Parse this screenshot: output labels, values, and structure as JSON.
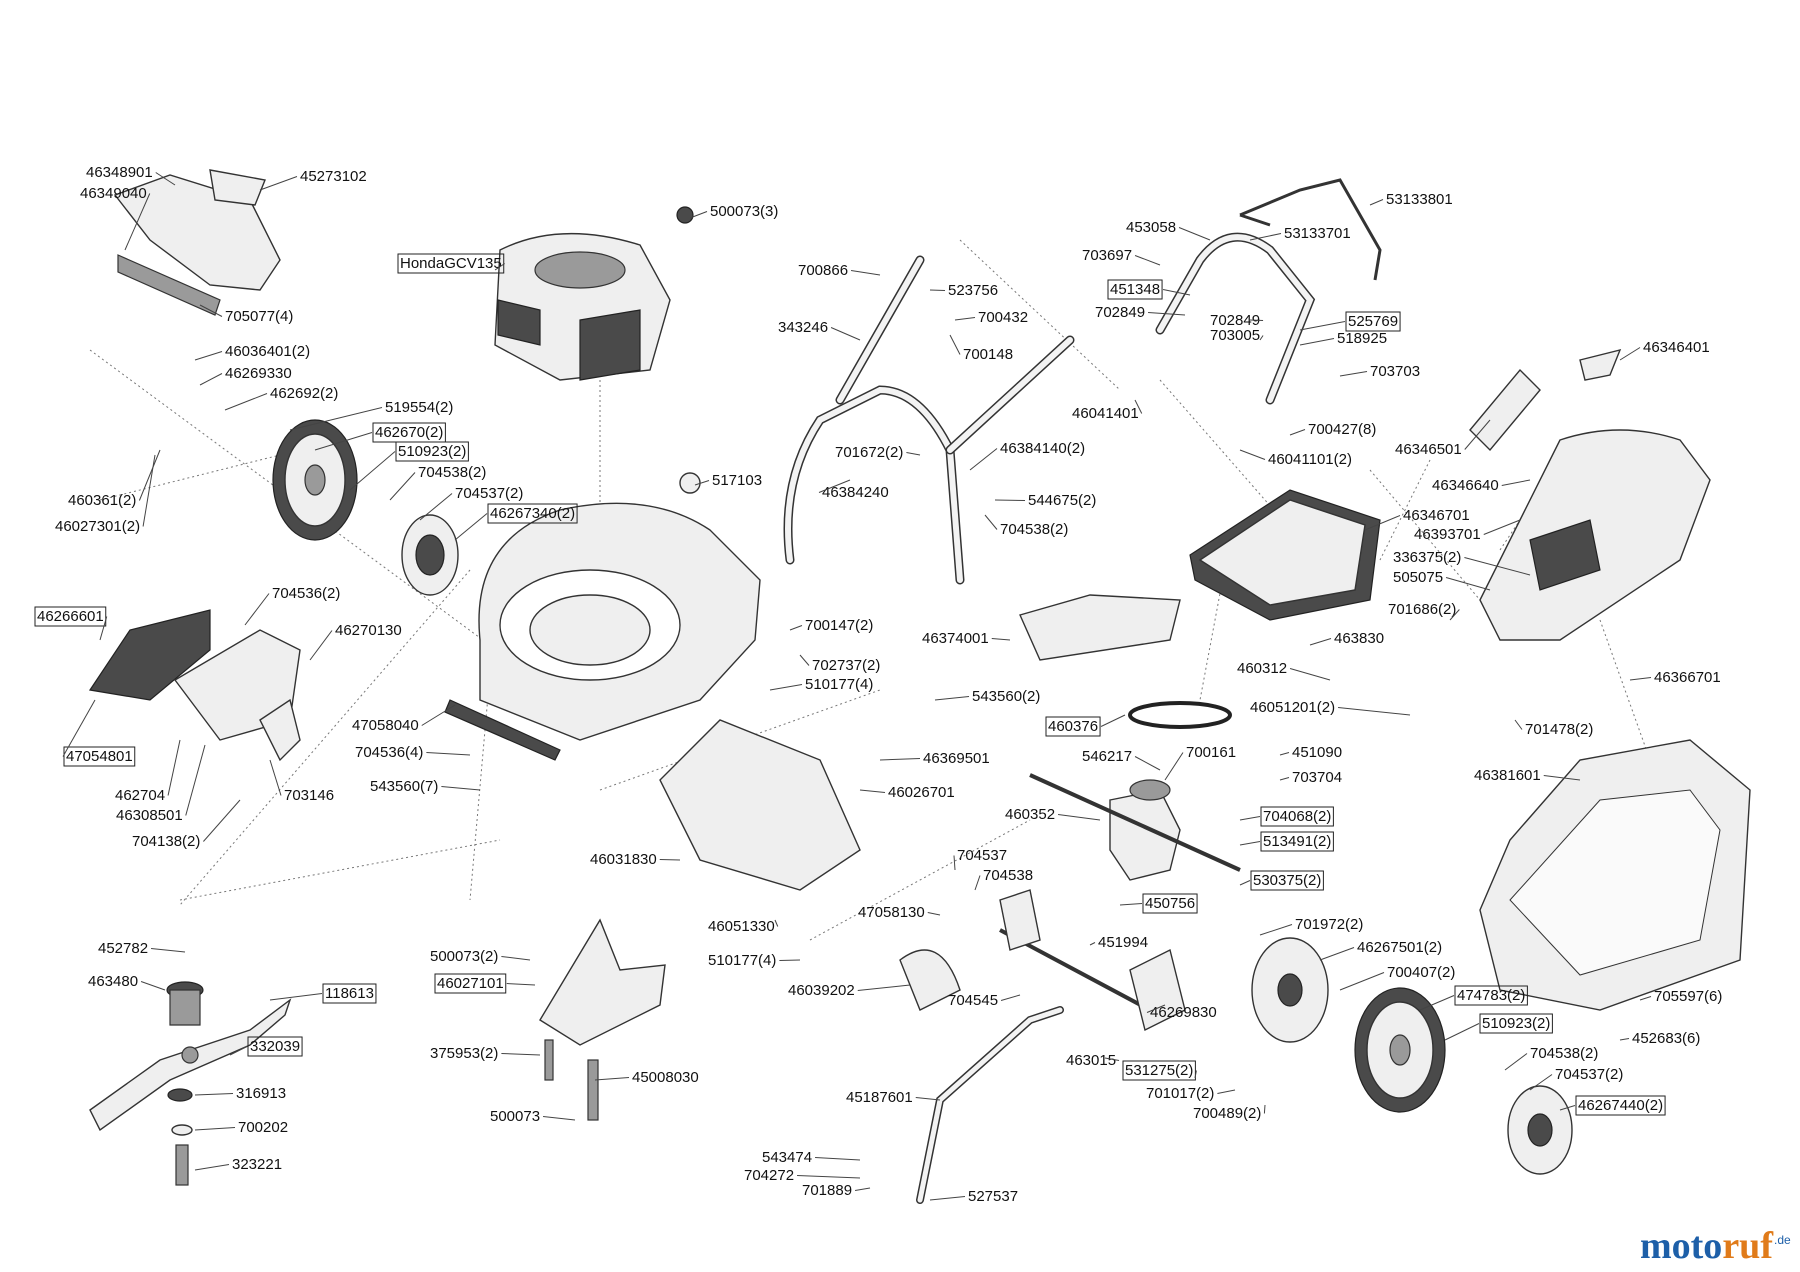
{
  "watermark": {
    "part1": "moto",
    "part2": "ruf",
    "suffix": ".de",
    "color1": "#1d5fa8",
    "color2": "#e07b1a"
  },
  "labels": [
    {
      "id": "l01",
      "text": "46348901",
      "boxed": false
    },
    {
      "id": "l02",
      "text": "45273102",
      "boxed": false
    },
    {
      "id": "l03",
      "text": "46349040",
      "boxed": false
    },
    {
      "id": "l04",
      "text": "705077(4)",
      "boxed": false
    },
    {
      "id": "l05",
      "text": "46036401(2)",
      "boxed": false
    },
    {
      "id": "l06",
      "text": "46269330",
      "boxed": false
    },
    {
      "id": "l07",
      "text": "462692(2)",
      "boxed": false
    },
    {
      "id": "l08",
      "text": "519554(2)",
      "boxed": false
    },
    {
      "id": "l09",
      "text": "462670(2)",
      "boxed": true
    },
    {
      "id": "l10",
      "text": "510923(2)",
      "boxed": true
    },
    {
      "id": "l11",
      "text": "704538(2)",
      "boxed": false
    },
    {
      "id": "l12",
      "text": "704537(2)",
      "boxed": false
    },
    {
      "id": "l13",
      "text": "46267340(2)",
      "boxed": true
    },
    {
      "id": "l14",
      "text": "460361(2)",
      "boxed": false
    },
    {
      "id": "l15",
      "text": "46027301(2)",
      "boxed": false
    },
    {
      "id": "l16",
      "text": "HondaGCV135",
      "boxed": true
    },
    {
      "id": "l17",
      "text": "500073(3)",
      "boxed": false
    },
    {
      "id": "l18",
      "text": "517103",
      "boxed": false
    },
    {
      "id": "l19",
      "text": "704536(2)",
      "boxed": false
    },
    {
      "id": "l20",
      "text": "46266601",
      "boxed": true
    },
    {
      "id": "l21",
      "text": "46270130",
      "boxed": false
    },
    {
      "id": "l22",
      "text": "47058040",
      "boxed": false
    },
    {
      "id": "l23",
      "text": "47054801",
      "boxed": true
    },
    {
      "id": "l24",
      "text": "704536(4)",
      "boxed": false
    },
    {
      "id": "l25",
      "text": "543560(7)",
      "boxed": false
    },
    {
      "id": "l26",
      "text": "462704",
      "boxed": false
    },
    {
      "id": "l27",
      "text": "703146",
      "boxed": false
    },
    {
      "id": "l28",
      "text": "46308501",
      "boxed": false
    },
    {
      "id": "l29",
      "text": "704138(2)",
      "boxed": false
    },
    {
      "id": "l30",
      "text": "700866",
      "boxed": false
    },
    {
      "id": "l31",
      "text": "523756",
      "boxed": false
    },
    {
      "id": "l32",
      "text": "700432",
      "boxed": false
    },
    {
      "id": "l33",
      "text": "343246",
      "boxed": false
    },
    {
      "id": "l34",
      "text": "700148",
      "boxed": false
    },
    {
      "id": "l35",
      "text": "701672(2)",
      "boxed": false
    },
    {
      "id": "l36",
      "text": "46384140(2)",
      "boxed": false
    },
    {
      "id": "l37",
      "text": "46384240",
      "boxed": false
    },
    {
      "id": "l38",
      "text": "544675(2)",
      "boxed": false
    },
    {
      "id": "l39",
      "text": "704538(2)",
      "boxed": false
    },
    {
      "id": "l40",
      "text": "700147(2)",
      "boxed": false
    },
    {
      "id": "l41",
      "text": "702737(2)",
      "boxed": false
    },
    {
      "id": "l42",
      "text": "510177(4)",
      "boxed": false
    },
    {
      "id": "l43",
      "text": "543560(2)",
      "boxed": false
    },
    {
      "id": "l44",
      "text": "46369501",
      "boxed": false
    },
    {
      "id": "l45",
      "text": "46374001",
      "boxed": false
    },
    {
      "id": "l46",
      "text": "46026701",
      "boxed": false
    },
    {
      "id": "l47",
      "text": "46031830",
      "boxed": false
    },
    {
      "id": "l48",
      "text": "46051330",
      "boxed": false
    },
    {
      "id": "l49",
      "text": "47058130",
      "boxed": false
    },
    {
      "id": "l50",
      "text": "510177(4)",
      "boxed": false
    },
    {
      "id": "l51",
      "text": "46039202",
      "boxed": false
    },
    {
      "id": "l52",
      "text": "704537",
      "boxed": false
    },
    {
      "id": "l53",
      "text": "704538",
      "boxed": false
    },
    {
      "id": "l54",
      "text": "704545",
      "boxed": false
    },
    {
      "id": "l55",
      "text": "453058",
      "boxed": false
    },
    {
      "id": "l56",
      "text": "53133801",
      "boxed": false
    },
    {
      "id": "l57",
      "text": "53133701",
      "boxed": false
    },
    {
      "id": "l58",
      "text": "703697",
      "boxed": false
    },
    {
      "id": "l59",
      "text": "451348",
      "boxed": true
    },
    {
      "id": "l60",
      "text": "702849",
      "boxed": false
    },
    {
      "id": "l61",
      "text": "702849",
      "boxed": false
    },
    {
      "id": "l62",
      "text": "525769",
      "boxed": true
    },
    {
      "id": "l63",
      "text": "703005",
      "boxed": false
    },
    {
      "id": "l64",
      "text": "518925",
      "boxed": false
    },
    {
      "id": "l65",
      "text": "703703",
      "boxed": false
    },
    {
      "id": "l66",
      "text": "46041401",
      "boxed": false
    },
    {
      "id": "l67",
      "text": "700427(8)",
      "boxed": false
    },
    {
      "id": "l68",
      "text": "46041101(2)",
      "boxed": false
    },
    {
      "id": "l69",
      "text": "46346701",
      "boxed": false
    },
    {
      "id": "l70",
      "text": "46346401",
      "boxed": false
    },
    {
      "id": "l71",
      "text": "46346501",
      "boxed": false
    },
    {
      "id": "l72",
      "text": "46346640",
      "boxed": false
    },
    {
      "id": "l73",
      "text": "46393701",
      "boxed": false
    },
    {
      "id": "l74",
      "text": "336375(2)",
      "boxed": false
    },
    {
      "id": "l75",
      "text": "505075",
      "boxed": false
    },
    {
      "id": "l76",
      "text": "701686(2)",
      "boxed": false
    },
    {
      "id": "l77",
      "text": "463830",
      "boxed": false
    },
    {
      "id": "l78",
      "text": "460312",
      "boxed": false
    },
    {
      "id": "l79",
      "text": "46051201(2)",
      "boxed": false
    },
    {
      "id": "l80",
      "text": "46366701",
      "boxed": false
    },
    {
      "id": "l81",
      "text": "701478(2)",
      "boxed": false
    },
    {
      "id": "l82",
      "text": "460376",
      "boxed": true
    },
    {
      "id": "l83",
      "text": "546217",
      "boxed": false
    },
    {
      "id": "l84",
      "text": "700161",
      "boxed": false
    },
    {
      "id": "l85",
      "text": "451090",
      "boxed": false
    },
    {
      "id": "l86",
      "text": "703704",
      "boxed": false
    },
    {
      "id": "l87",
      "text": "460352",
      "boxed": false
    },
    {
      "id": "l88",
      "text": "704068(2)",
      "boxed": true
    },
    {
      "id": "l89",
      "text": "513491(2)",
      "boxed": true
    },
    {
      "id": "l90",
      "text": "530375(2)",
      "boxed": true
    },
    {
      "id": "l91",
      "text": "450756",
      "boxed": true
    },
    {
      "id": "l92",
      "text": "451994",
      "boxed": false
    },
    {
      "id": "l93",
      "text": "46381601",
      "boxed": false
    },
    {
      "id": "l94",
      "text": "701972(2)",
      "boxed": false
    },
    {
      "id": "l95",
      "text": "46267501(2)",
      "boxed": false
    },
    {
      "id": "l96",
      "text": "700407(2)",
      "boxed": false
    },
    {
      "id": "l97",
      "text": "474783(2)",
      "boxed": true
    },
    {
      "id": "l98",
      "text": "46269830",
      "boxed": false
    },
    {
      "id": "l99",
      "text": "510923(2)",
      "boxed": true
    },
    {
      "id": "l100",
      "text": "704538(2)",
      "boxed": false
    },
    {
      "id": "l101",
      "text": "704537(2)",
      "boxed": false
    },
    {
      "id": "l102",
      "text": "46267440(2)",
      "boxed": true
    },
    {
      "id": "l103",
      "text": "705597(6)",
      "boxed": false
    },
    {
      "id": "l104",
      "text": "452683(6)",
      "boxed": false
    },
    {
      "id": "l105",
      "text": "463015",
      "boxed": false
    },
    {
      "id": "l106",
      "text": "531275(2)",
      "boxed": true
    },
    {
      "id": "l107",
      "text": "701017(2)",
      "boxed": false
    },
    {
      "id": "l108",
      "text": "700489(2)",
      "boxed": false
    },
    {
      "id": "l109",
      "text": "45187601",
      "boxed": false
    },
    {
      "id": "l110",
      "text": "543474",
      "boxed": false
    },
    {
      "id": "l111",
      "text": "704272",
      "boxed": false
    },
    {
      "id": "l112",
      "text": "701889",
      "boxed": false
    },
    {
      "id": "l113",
      "text": "527537",
      "boxed": false
    },
    {
      "id": "l114",
      "text": "452782",
      "boxed": false
    },
    {
      "id": "l115",
      "text": "463480",
      "boxed": false
    },
    {
      "id": "l116",
      "text": "118613",
      "boxed": true
    },
    {
      "id": "l117",
      "text": "332039",
      "boxed": true
    },
    {
      "id": "l118",
      "text": "316913",
      "boxed": false
    },
    {
      "id": "l119",
      "text": "700202",
      "boxed": false
    },
    {
      "id": "l120",
      "text": "323221",
      "boxed": false
    },
    {
      "id": "l121",
      "text": "500073(2)",
      "boxed": false
    },
    {
      "id": "l122",
      "text": "46027101",
      "boxed": true
    },
    {
      "id": "l123",
      "text": "375953(2)",
      "boxed": false
    },
    {
      "id": "l124",
      "text": "45008030",
      "boxed": false
    },
    {
      "id": "l125",
      "text": "500073",
      "boxed": false
    }
  ]
}
